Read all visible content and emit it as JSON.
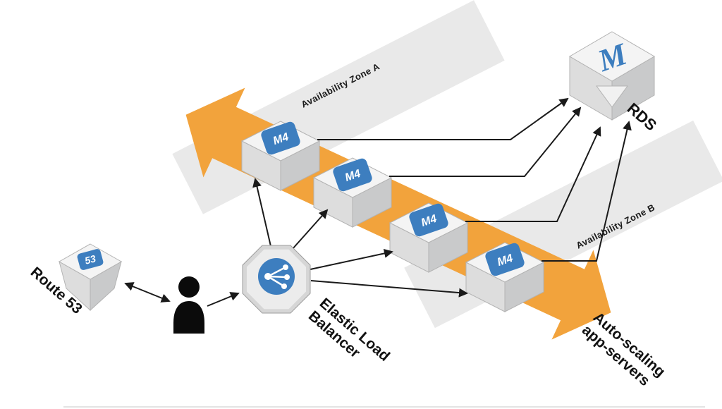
{
  "diagram": {
    "type": "aws-architecture-isometric",
    "colors": {
      "accent_orange": "#F2A33C",
      "accent_blue": "#3D7EBF",
      "zone_band": "#E9E9E9",
      "box_top": "#F4F4F4",
      "box_left": "#DDDDDD",
      "box_right": "#C9CACB",
      "line": "#1A1A1A"
    },
    "zones": [
      {
        "id": "az-a",
        "label": "Availability Zone A"
      },
      {
        "id": "az-b",
        "label": "Availability Zone B"
      }
    ],
    "nodes": {
      "route53": {
        "label": "Route 53",
        "badge": "53"
      },
      "elb": {
        "label_line1": "Elastic Load",
        "label_line2": "Balancer"
      },
      "instances": [
        {
          "label": "M4"
        },
        {
          "label": "M4"
        },
        {
          "label": "M4"
        },
        {
          "label": "M4"
        }
      ],
      "auto_scaling_group": {
        "label_line1": "Auto-scaling",
        "label_line2": "app-servers"
      },
      "rds": {
        "label": "RDS",
        "badge": "M"
      }
    },
    "edges": [
      {
        "from": "user",
        "to": "route53",
        "bidirectional": true
      },
      {
        "from": "user",
        "to": "elb",
        "bidirectional": false
      },
      {
        "from": "elb",
        "to": "m4-1",
        "bidirectional": false
      },
      {
        "from": "elb",
        "to": "m4-2",
        "bidirectional": false
      },
      {
        "from": "elb",
        "to": "m4-3",
        "bidirectional": false
      },
      {
        "from": "elb",
        "to": "m4-4",
        "bidirectional": false
      },
      {
        "from": "m4-1",
        "to": "rds",
        "bidirectional": false
      },
      {
        "from": "m4-2",
        "to": "rds",
        "bidirectional": false
      },
      {
        "from": "m4-3",
        "to": "rds",
        "bidirectional": false
      },
      {
        "from": "m4-4",
        "to": "rds",
        "bidirectional": false
      }
    ]
  }
}
